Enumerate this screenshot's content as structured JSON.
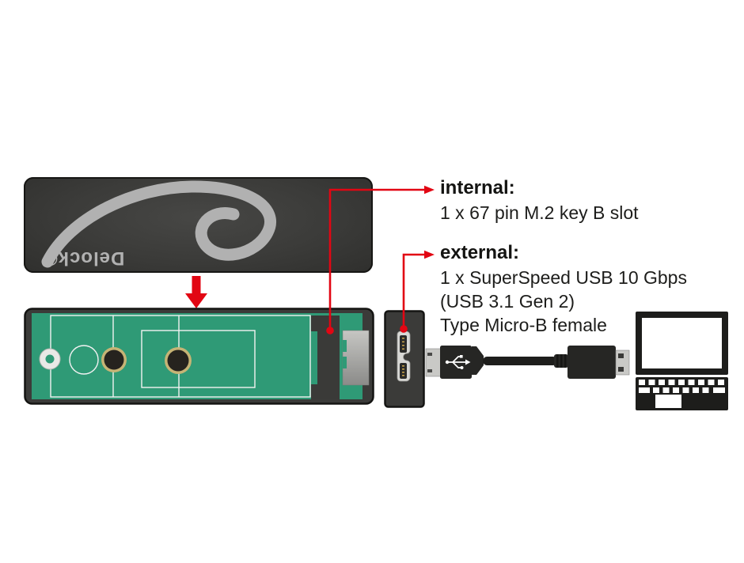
{
  "annotations": {
    "internal": {
      "heading": "internal:",
      "description": "1 x 67 pin M.2 key B slot"
    },
    "external": {
      "heading": "external:",
      "lines": [
        "1 x SuperSpeed USB 10 Gbps",
        "(USB 3.1 Gen 2)",
        "Type Micro-B female"
      ]
    }
  },
  "logo": {
    "text": "Delock®"
  },
  "colors": {
    "annotation_red": "#e20613",
    "pcb_green": "#2f9a76",
    "enclosure_gray": "#3b3b39",
    "logo_gray": "#b1b1b1",
    "pad_gold": "#c6b475",
    "metal_gray": "#c9c9c6",
    "text_color": "#1d1d1b"
  }
}
